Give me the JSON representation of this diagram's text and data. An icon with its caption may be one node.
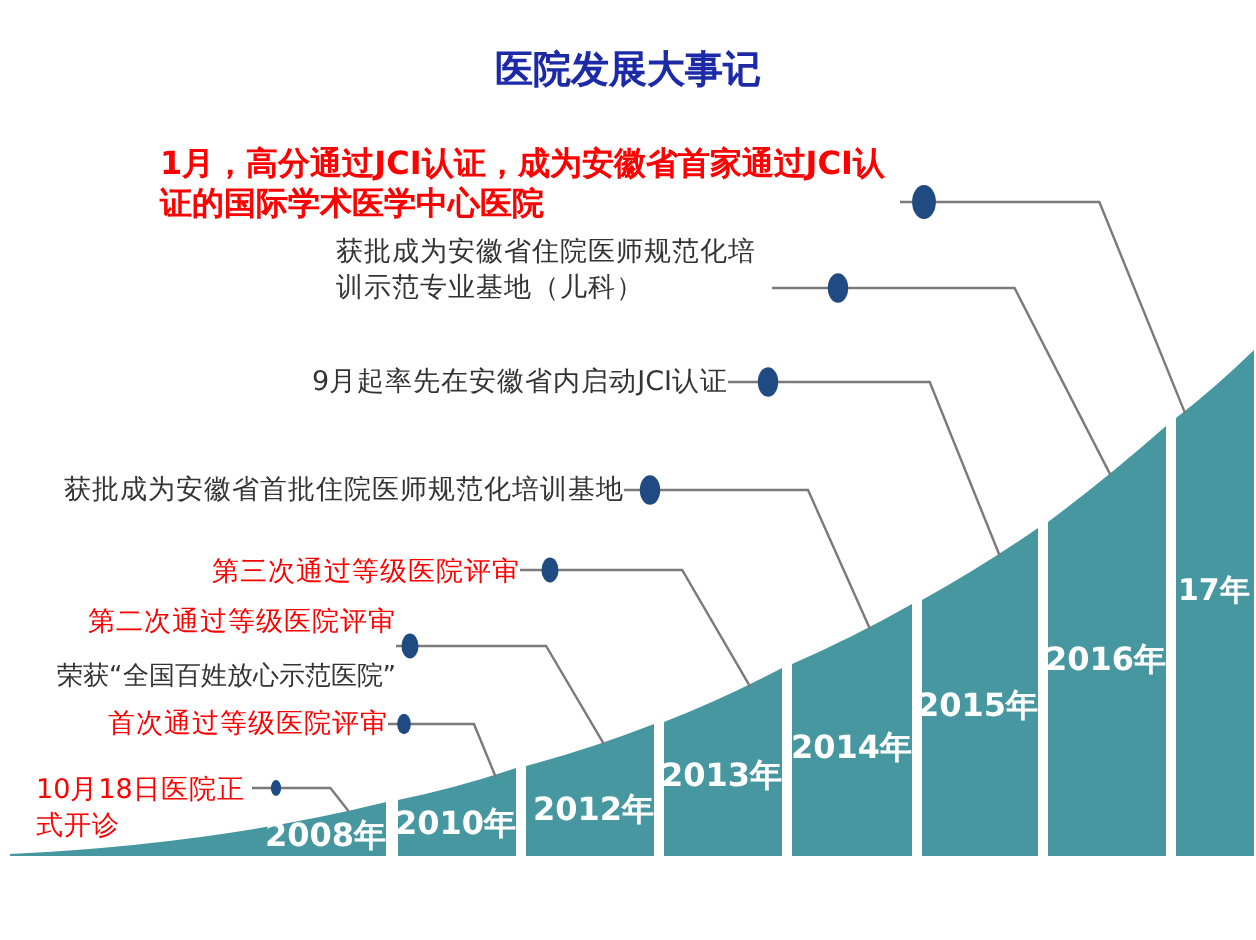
{
  "diagram": {
    "title": "医院发展大事记",
    "nodes": [
      {
        "text": [
          "1月，高分通过JCI认证，成为安徽省首家通过JCI认证的国际学术医学中心医院"
        ]
      },
      {
        "text": [
          "获批成为安徽省住院医师规范化培训示范专业基地（儿科）"
        ]
      },
      {
        "text": [
          "9月起率先在安徽省内启动JCI认证"
        ]
      },
      {
        "text": [
          "获批成为安徽省首批住院医师规范化培训基地"
        ]
      },
      {
        "text": [
          "第三次通过等级医院评审"
        ]
      },
      {
        "text": [
          "第二次通过等级医院评审"
        ]
      },
      {
        "text": [
          "荣获“全国百姓放心示范医院”"
        ]
      },
      {
        "text": [
          "首次通过等级医院评审"
        ]
      },
      {
        "text": [
          "10月18日医院正式开诊"
        ]
      },
      {
        "text": [
          "2008年"
        ]
      },
      {
        "text": [
          "2010年"
        ]
      },
      {
        "text": [
          "2012年"
        ]
      },
      {
        "text": [
          "2013年"
        ]
      },
      {
        "text": [
          "2014年"
        ]
      },
      {
        "text": [
          "2015年"
        ]
      },
      {
        "text": [
          "2016年"
        ]
      },
      {
        "text": [
          "17年"
        ]
      }
    ],
    "edges": [
      {
        "from": 8,
        "to": 9,
        "arrow": "other"
      },
      {
        "from": 7,
        "to": 10,
        "arrow": "other"
      },
      {
        "from": 5,
        "to": 11,
        "arrow": "other"
      },
      {
        "from": 6,
        "to": 11,
        "arrow": "other"
      },
      {
        "from": 4,
        "to": 12,
        "arrow": "other"
      },
      {
        "from": 3,
        "to": 13,
        "arrow": "other"
      },
      {
        "from": 2,
        "to": 14,
        "arrow": "other"
      },
      {
        "from": 1,
        "to": 15,
        "arrow": "other"
      },
      {
        "from": 0,
        "to": 16,
        "arrow": "other"
      }
    ]
  }
}
